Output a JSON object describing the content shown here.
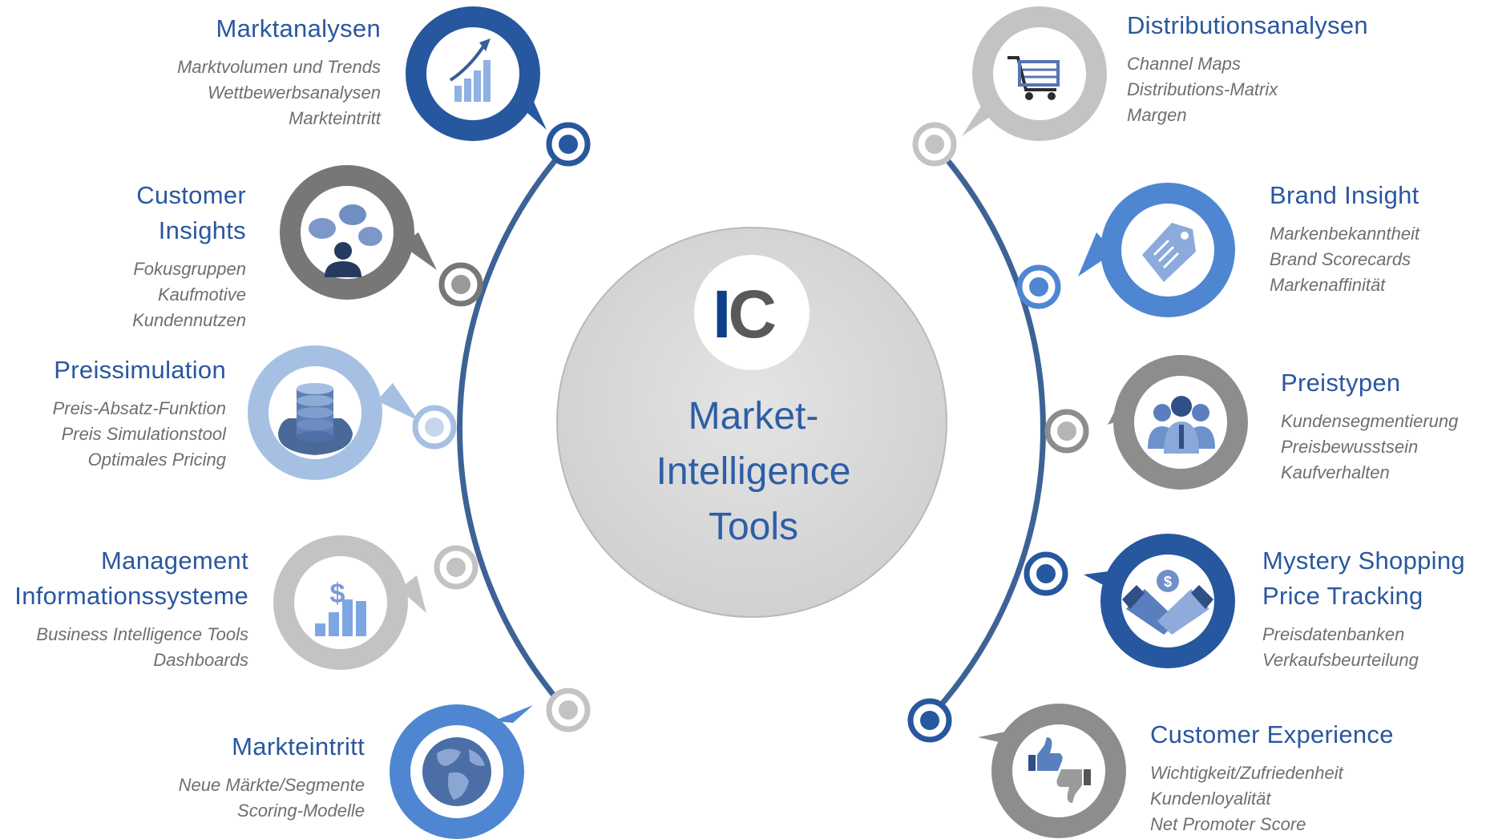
{
  "center": {
    "logo": {
      "i": "I",
      "c": "C"
    },
    "title_lines": [
      "Market-",
      "Intelligence",
      "Tools"
    ]
  },
  "colors": {
    "arc": "#3d6396",
    "dark_blue": "#27579e",
    "mid_blue": "#4f86d2",
    "light_blue": "#a5c0e2",
    "gray": "#8d8d8d",
    "light_gray": "#c3c3c3",
    "title_text": "#2a579f",
    "item_text": "#6f6f6f"
  },
  "modules": {
    "left": [
      {
        "title": [
          "Marktanalysen"
        ],
        "items": [
          "Marktvolumen und Trends",
          "Wettbewerbsanalysen",
          "Markteintritt"
        ],
        "icon": "bar-chart-growth-icon",
        "color": "dark_blue"
      },
      {
        "title": [
          "Customer",
          "Insights"
        ],
        "items": [
          "Fokusgruppen",
          "Kaufmotive",
          "Kundennutzen"
        ],
        "icon": "speech-bubbles-person-icon",
        "color": "gray"
      },
      {
        "title": [
          "Preissimulation"
        ],
        "items": [
          "Preis-Absatz-Funktion",
          "Preis Simulationstool",
          "Optimales Pricing"
        ],
        "icon": "coin-stack-icon",
        "color": "light_blue"
      },
      {
        "title": [
          "Management",
          "Informationssysteme"
        ],
        "items": [
          "Business Intelligence Tools",
          "Dashboards"
        ],
        "icon": "dollar-bar-chart-icon",
        "color": "light_gray"
      },
      {
        "title": [
          "Markteintritt"
        ],
        "items": [
          "Neue Märkte/Segmente",
          "Scoring-Modelle"
        ],
        "icon": "globe-icon",
        "color": "mid_blue"
      }
    ],
    "right": [
      {
        "title": [
          "Distributionsanalysen"
        ],
        "items": [
          "Channel Maps",
          "Distributions-Matrix",
          "Margen"
        ],
        "icon": "shopping-cart-icon",
        "color": "light_gray"
      },
      {
        "title": [
          "Brand Insight"
        ],
        "items": [
          "Markenbekanntheit",
          "Brand Scorecards",
          "Markenaffinität"
        ],
        "icon": "price-tag-icon",
        "color": "mid_blue"
      },
      {
        "title": [
          "Preistypen"
        ],
        "items": [
          "Kundensegmentierung",
          "Preisbewusstsein",
          "Kaufverhalten"
        ],
        "icon": "people-group-icon",
        "color": "gray"
      },
      {
        "title": [
          "Mystery Shopping",
          "Price Tracking"
        ],
        "items": [
          "Preisdatenbanken",
          "Verkaufsbeurteilung"
        ],
        "icon": "handshake-icon",
        "color": "dark_blue"
      },
      {
        "title": [
          "Customer Experience"
        ],
        "items": [
          "Wichtigkeit/Zufriedenheit",
          "Kundenloyalität",
          "Net Promoter Score"
        ],
        "icon": "thumbs-up-down-icon",
        "color": "gray"
      }
    ]
  }
}
